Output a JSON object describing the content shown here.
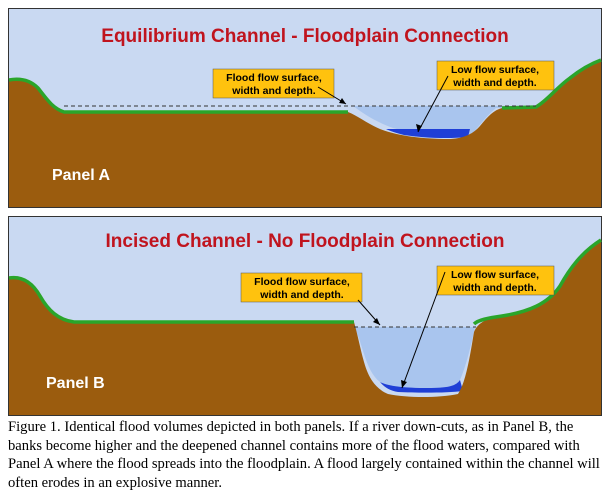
{
  "panel_a": {
    "title": "Equilibrium Channel - Floodplain Connection",
    "flood_label": [
      "Flood flow surface,",
      "width and depth."
    ],
    "low_label": [
      "Low flow surface,",
      "width and depth."
    ],
    "panel_label": "Panel A"
  },
  "panel_b": {
    "title": "Incised Channel - No Floodplain Connection",
    "flood_label": [
      "Flood flow surface,",
      "width and depth."
    ],
    "low_label": [
      "Low flow surface,",
      "width and depth."
    ],
    "panel_label": "Panel B"
  },
  "caption": "Figure 1.  Identical flood volumes depicted in both panels. If a river down-cuts, as in Panel B, the banks become higher and the deepened channel contains more of the flood waters, compared with Panel A where the flood spreads into the floodplain. A flood largely contained within the channel will often erodes in an explosive manner.",
  "colors": {
    "sky": "#c9d9f2",
    "earth": "#9b5c0e",
    "grass": "#2aa52a",
    "flood_water": "#a9c5ee",
    "low_water": "#1f3fd6",
    "label_box": "#ffc20e",
    "title_red": "#c0141e",
    "border": "#333333"
  }
}
